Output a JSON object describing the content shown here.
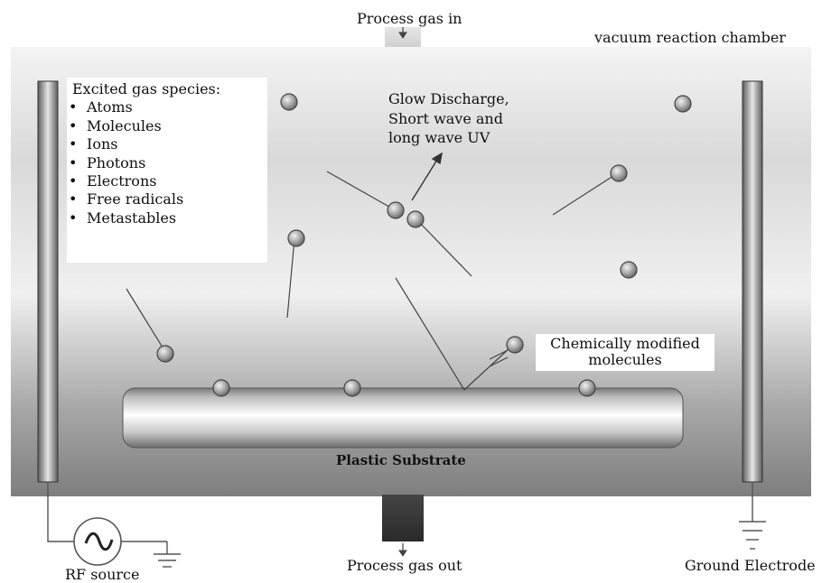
{
  "labels": {
    "process_gas_in": "Process gas in",
    "chamber": "vacuum reaction chamber",
    "species_heading": "Excited gas species:",
    "species": [
      "Atoms",
      "Molecules",
      "Ions",
      "Photons",
      "Electrons",
      "Free radicals",
      "Metastables"
    ],
    "glow_line1": "Glow Discharge,",
    "glow_line2": "Short wave and",
    "glow_line3": "long wave UV",
    "modified_line1": "Chemically modified",
    "modified_line2": "molecules",
    "substrate": "Plastic Substrate",
    "process_gas_out": "Process gas out",
    "rf_source": "RF source",
    "ground_electrode": "Ground Electrode"
  },
  "colors": {
    "chamber_top": "#f3f3f3",
    "chamber_bottom": "#8a8a8a",
    "particle": "#a8a8a8",
    "outline": "#333333"
  },
  "icons": [
    "ac-source-icon",
    "ground-symbol-icon",
    "arrow-down-icon",
    "arrow-up-icon"
  ]
}
